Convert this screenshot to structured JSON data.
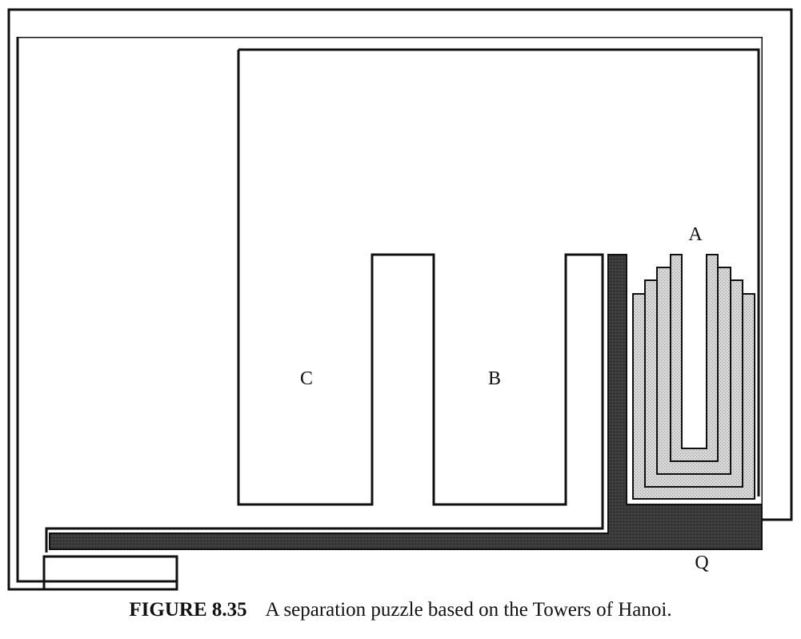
{
  "diagram": {
    "labels": {
      "a": "A",
      "b": "B",
      "c": "C",
      "q": "Q"
    }
  },
  "caption": {
    "number": "FIGURE 8.35",
    "text": "A separation puzzle based on the Towers of Hanoi."
  },
  "colors": {
    "outline": "#111111",
    "background": "#ffffff",
    "piece_q": "#3a3a3a",
    "rings_light": "#cfcfcf"
  }
}
